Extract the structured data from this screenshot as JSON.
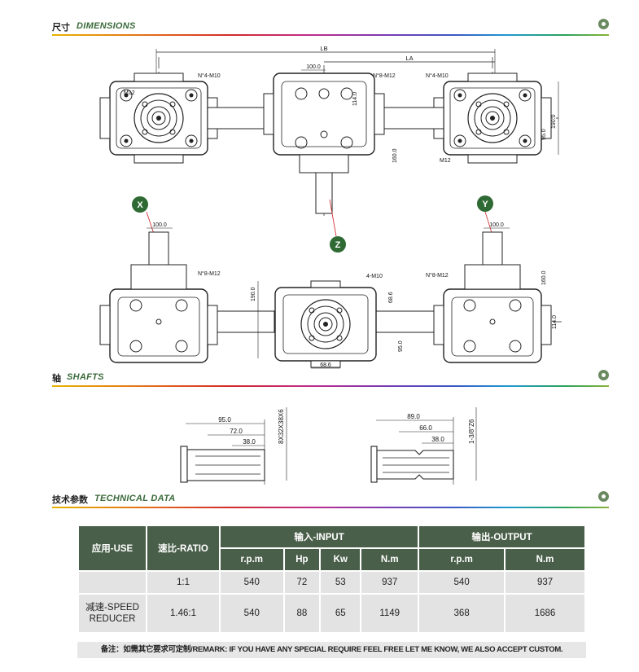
{
  "sections": {
    "dimensions": {
      "cn": "尺寸",
      "en": "DIMENSIONS"
    },
    "shafts": {
      "cn": "轴",
      "en": "SHAFTS"
    },
    "technical": {
      "cn": "技术参数",
      "en": "TECHNICAL DATA"
    }
  },
  "drawing_labels": {
    "lb": "LB",
    "la": "LA",
    "d100": "100.0",
    "n4m10": "N°4-M10",
    "n8m12": "N°8-M12",
    "m12": "M12",
    "d114": "114.0",
    "d190": "190.0",
    "d95": "95.0",
    "d160": "160.0",
    "d686": "68.6",
    "m4m10": "4-M10",
    "x": "X",
    "y": "Y",
    "z": "Z"
  },
  "shafts": {
    "left": {
      "d1": "95.0",
      "d2": "72.0",
      "d3": "38.0",
      "spec": "8X32X38X6"
    },
    "right": {
      "d1": "89.0",
      "d2": "66.0",
      "d3": "38.0",
      "spec": "1-3/8\"Z6"
    }
  },
  "table": {
    "use": "应用-USE",
    "ratio": "速比-RATIO",
    "input": "输入-INPUT",
    "output": "输出-OUTPUT",
    "sub": [
      "r.p.m",
      "Hp",
      "Kw",
      "N.m",
      "r.p.m",
      "N.m"
    ],
    "rows": [
      {
        "use": "",
        "ratio": "1:1",
        "vals": [
          "540",
          "72",
          "53",
          "937",
          "540",
          "937"
        ]
      },
      {
        "use": "减速-SPEED REDUCER",
        "ratio": "1.46:1",
        "vals": [
          "540",
          "88",
          "65",
          "1149",
          "368",
          "1686"
        ]
      }
    ]
  },
  "remark": "备注：如需其它要求可定制/REMARK: IF YOU HAVE ANY SPECIAL REQUIRE FEEL FREE LET ME KNOW, WE ALSO ACCEPT CUSTOM."
}
